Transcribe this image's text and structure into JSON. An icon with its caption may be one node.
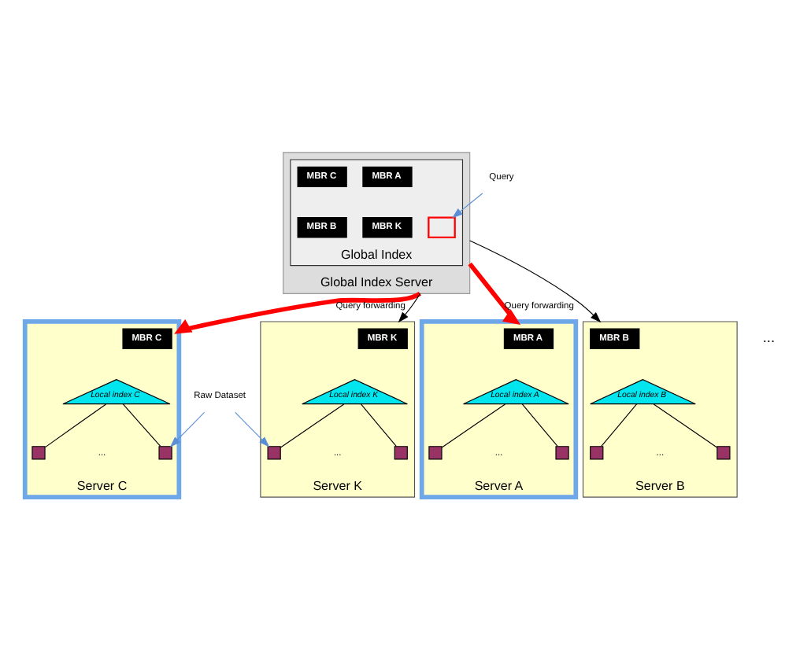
{
  "diagram": {
    "nodes": [
      {
        "text": [
          "Global Index Server"
        ]
      },
      {
        "text": [
          "Global Index"
        ],
        "in": 0
      },
      {
        "text": [
          "Query"
        ]
      },
      {
        "text": [],
        "shape": "box",
        "in": 1
      },
      {
        "text": [
          "MBR A"
        ],
        "in": 1
      },
      {
        "text": [
          "MBR C"
        ],
        "in": 1
      },
      {
        "text": [
          "MBR K"
        ],
        "in": 1
      },
      {
        "text": [
          "MBR B"
        ],
        "in": 1
      },
      {
        "text": [
          "Server A"
        ]
      },
      {
        "text": [
          "MBR A"
        ],
        "in": 8
      },
      {
        "text": [
          "Local index A"
        ],
        "in": 8
      },
      {
        "text": [],
        "shape": "box",
        "in": 8
      },
      {
        "text": [],
        "shape": "box",
        "in": 8
      },
      {
        "text": [
          "Server B"
        ]
      },
      {
        "text": [
          "MBR B"
        ],
        "in": 13
      },
      {
        "text": [
          "Local index B"
        ],
        "in": 13
      },
      {
        "text": [],
        "shape": "box",
        "in": 13
      },
      {
        "text": [],
        "shape": "box",
        "in": 13
      },
      {
        "text": [
          "Server C"
        ]
      },
      {
        "text": [
          "MBR C"
        ],
        "in": 18
      },
      {
        "text": [
          "Local index C"
        ],
        "in": 18
      },
      {
        "text": [],
        "shape": "box",
        "in": 18
      },
      {
        "text": [],
        "shape": "box",
        "in": 18
      },
      {
        "text": [
          "Server K"
        ]
      },
      {
        "text": [
          "MBR K"
        ],
        "in": 23
      },
      {
        "text": [
          "Local index K"
        ],
        "in": 23
      },
      {
        "text": [],
        "shape": "box",
        "in": 23
      },
      {
        "text": [],
        "shape": "box",
        "in": 23
      },
      {
        "text": [
          "Raw Dataset"
        ]
      }
    ],
    "edges": [
      {
        "from": 2,
        "to": 3,
        "arrow": "to",
        "color": "#5b8ed6"
      },
      {
        "from": 0,
        "to": 8,
        "arrow": "to",
        "label": "Query forwarding",
        "style": "thick",
        "color": "#ff0000"
      },
      {
        "from": 0,
        "to": 13,
        "arrow": "to"
      },
      {
        "from": 0,
        "to": 18,
        "arrow": "to",
        "label": "Query forwarding",
        "style": "thick",
        "color": "#ff0000"
      },
      {
        "from": 0,
        "to": 23,
        "arrow": "to"
      },
      {
        "from": 10,
        "to": 11,
        "arrow": "none"
      },
      {
        "from": 10,
        "to": 12,
        "arrow": "none"
      },
      {
        "from": 15,
        "to": 16,
        "arrow": "none"
      },
      {
        "from": 15,
        "to": 17,
        "arrow": "none"
      },
      {
        "from": 20,
        "to": 21,
        "arrow": "none"
      },
      {
        "from": 20,
        "to": 22,
        "arrow": "none"
      },
      {
        "from": 25,
        "to": 26,
        "arrow": "none"
      },
      {
        "from": 25,
        "to": 27,
        "arrow": "none"
      },
      {
        "from": 28,
        "to": 22,
        "arrow": "to",
        "color": "#5b8ed6"
      },
      {
        "from": 28,
        "to": 26,
        "arrow": "to",
        "color": "#5b8ed6"
      }
    ],
    "labels": [
      "...",
      "...",
      "...",
      "...",
      "..."
    ]
  }
}
